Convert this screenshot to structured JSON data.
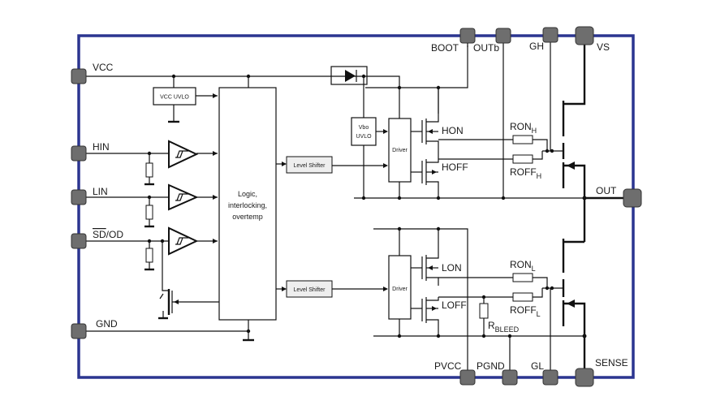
{
  "pins": {
    "vcc": "VCC",
    "hin": "HIN",
    "lin": "LIN",
    "sd_od": "SD/OD",
    "sd_bar": "SD",
    "sd_rest": "/OD",
    "gnd": "GND",
    "boot": "BOOT",
    "outb": "OUTb",
    "gh": "GH",
    "vs": "VS",
    "out": "OUT",
    "pvcc": "PVCC",
    "pgnd": "PGND",
    "gl": "GL",
    "sense": "SENSE"
  },
  "blocks": {
    "vcc_uvlo": "VCC UVLO",
    "logic_line1": "Logic,",
    "logic_line2": "interlocking,",
    "logic_line3": "overtemp",
    "level_shifter_high": "Level Shifter",
    "level_shifter_low": "Level Shifter",
    "vbo_uvlo_line1": "Vbo",
    "vbo_uvlo_line2": "UVLO",
    "driver_high": "Driver",
    "driver_low": "Driver"
  },
  "labels": {
    "hon": "HON",
    "hoff": "HOFF",
    "lon": "LON",
    "loff": "LOFF",
    "ron_h": "RON",
    "ron_h_sub": "H",
    "roff_h": "ROFF",
    "roff_h_sub": "H",
    "ron_l": "RON",
    "ron_l_sub": "L",
    "roff_l": "ROFF",
    "roff_l_sub": "L",
    "r_bleed": "R",
    "r_bleed_sub": "BLEED"
  }
}
